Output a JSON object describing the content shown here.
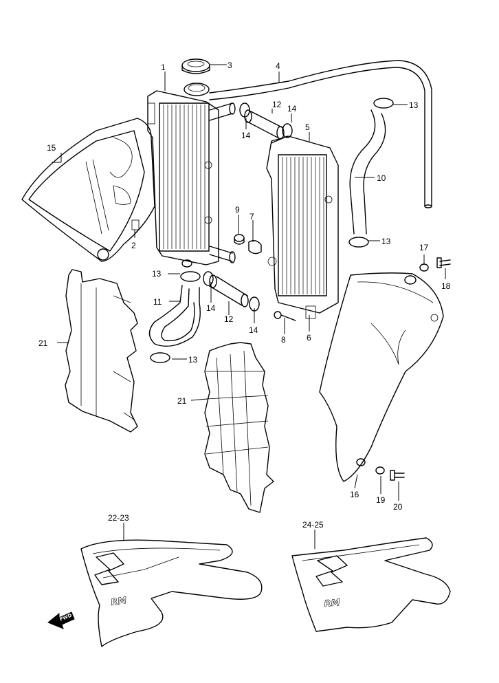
{
  "callouts": {
    "c1": "1",
    "c2": "2",
    "c3": "3",
    "c4": "4",
    "c5": "5",
    "c6": "6",
    "c7": "7",
    "c8": "8",
    "c9": "9",
    "c10": "10",
    "c11": "11",
    "c12a": "12",
    "c12b": "12",
    "c13a": "13",
    "c13b": "13",
    "c13c": "13",
    "c13d": "13",
    "c14a": "14",
    "c14b": "14",
    "c14c": "14",
    "c14d": "14",
    "c15": "15",
    "c16": "16",
    "c17": "17",
    "c18": "18",
    "c19": "19",
    "c20": "20",
    "c21a": "21",
    "c21b": "21",
    "c2223": "22-23",
    "c2425": "24-25"
  },
  "decals": {
    "model_text": "RM"
  },
  "forward_arrow": {
    "label": "FWD",
    "icon": "forward-arrow-icon"
  }
}
